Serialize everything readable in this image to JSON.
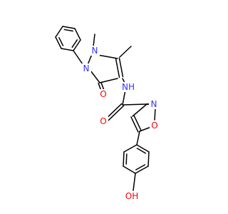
{
  "colors": {
    "carbon": "#000000",
    "nitrogen": "#3333ff",
    "oxygen": "#ff0000"
  },
  "atoms": {
    "n_methyl": "N",
    "n_phenyl": "N",
    "o_carbonyl_ring": "O",
    "nh_amide": "NH",
    "o_amide": "O",
    "n_isoxazole": "N",
    "o_isoxazole": "O",
    "oh_phenol": "OH"
  }
}
